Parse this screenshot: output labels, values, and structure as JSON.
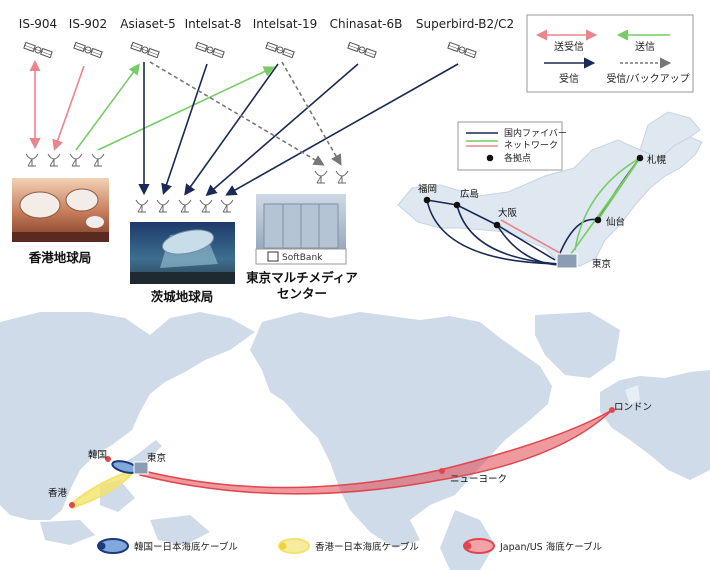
{
  "satellites": [
    {
      "id": "is904",
      "label": "IS-904"
    },
    {
      "id": "is902",
      "label": "IS-902"
    },
    {
      "id": "asiaset5",
      "label": "Asiaset-5"
    },
    {
      "id": "intelsat8",
      "label": "Intelsat-8"
    },
    {
      "id": "intelsat19",
      "label": "Intelsat-19"
    },
    {
      "id": "chinasat6b",
      "label": "Chinasat-6B"
    },
    {
      "id": "superbird",
      "label": "Superbird-B2/C2"
    }
  ],
  "link_legend": {
    "send_receive": "送受信",
    "send": "送信",
    "receive": "受信",
    "receive_backup": "受信/バックアップ"
  },
  "stations": {
    "hongkong": "香港地球局",
    "ibaraki": "茨城地球局",
    "tokyo_media_line1": "東京マルチメディア",
    "tokyo_media_line2": "センター",
    "softbank_sign": "SoftBank"
  },
  "domestic_map": {
    "legend": {
      "fiber": "国内ファイバー",
      "network": "ネットワーク",
      "hub": "各拠点"
    },
    "cities": {
      "fukuoka": "福岡",
      "hiroshima": "広島",
      "osaka": "大阪",
      "sapporo": "札幌",
      "sendai": "仙台",
      "tokyo": "東京"
    }
  },
  "world_map": {
    "cities": {
      "korea": "韓国",
      "tokyo": "東京",
      "hongkong": "香港",
      "newyork": "ニューヨーク",
      "london": "ロンドン"
    },
    "cable_legend": {
      "korea_japan": "韓国ー日本海底ケーブル",
      "hk_japan": "香港ー日本海底ケーブル",
      "japan_us": "Japan/US 海底ケーブル"
    }
  },
  "colors": {
    "send_receive": "#e8868c",
    "send": "#77cc66",
    "receive": "#1a2a55",
    "backup": "#777777",
    "fiber": "#1a2a55",
    "network_pink": "#e8868c",
    "network_green": "#77cc66",
    "cable_korea": "#1a3a78",
    "cable_hk": "#f2e36a",
    "cable_us": "#e0464e",
    "land": "#cfdbe8",
    "japan_land": "#dfe8f1"
  }
}
